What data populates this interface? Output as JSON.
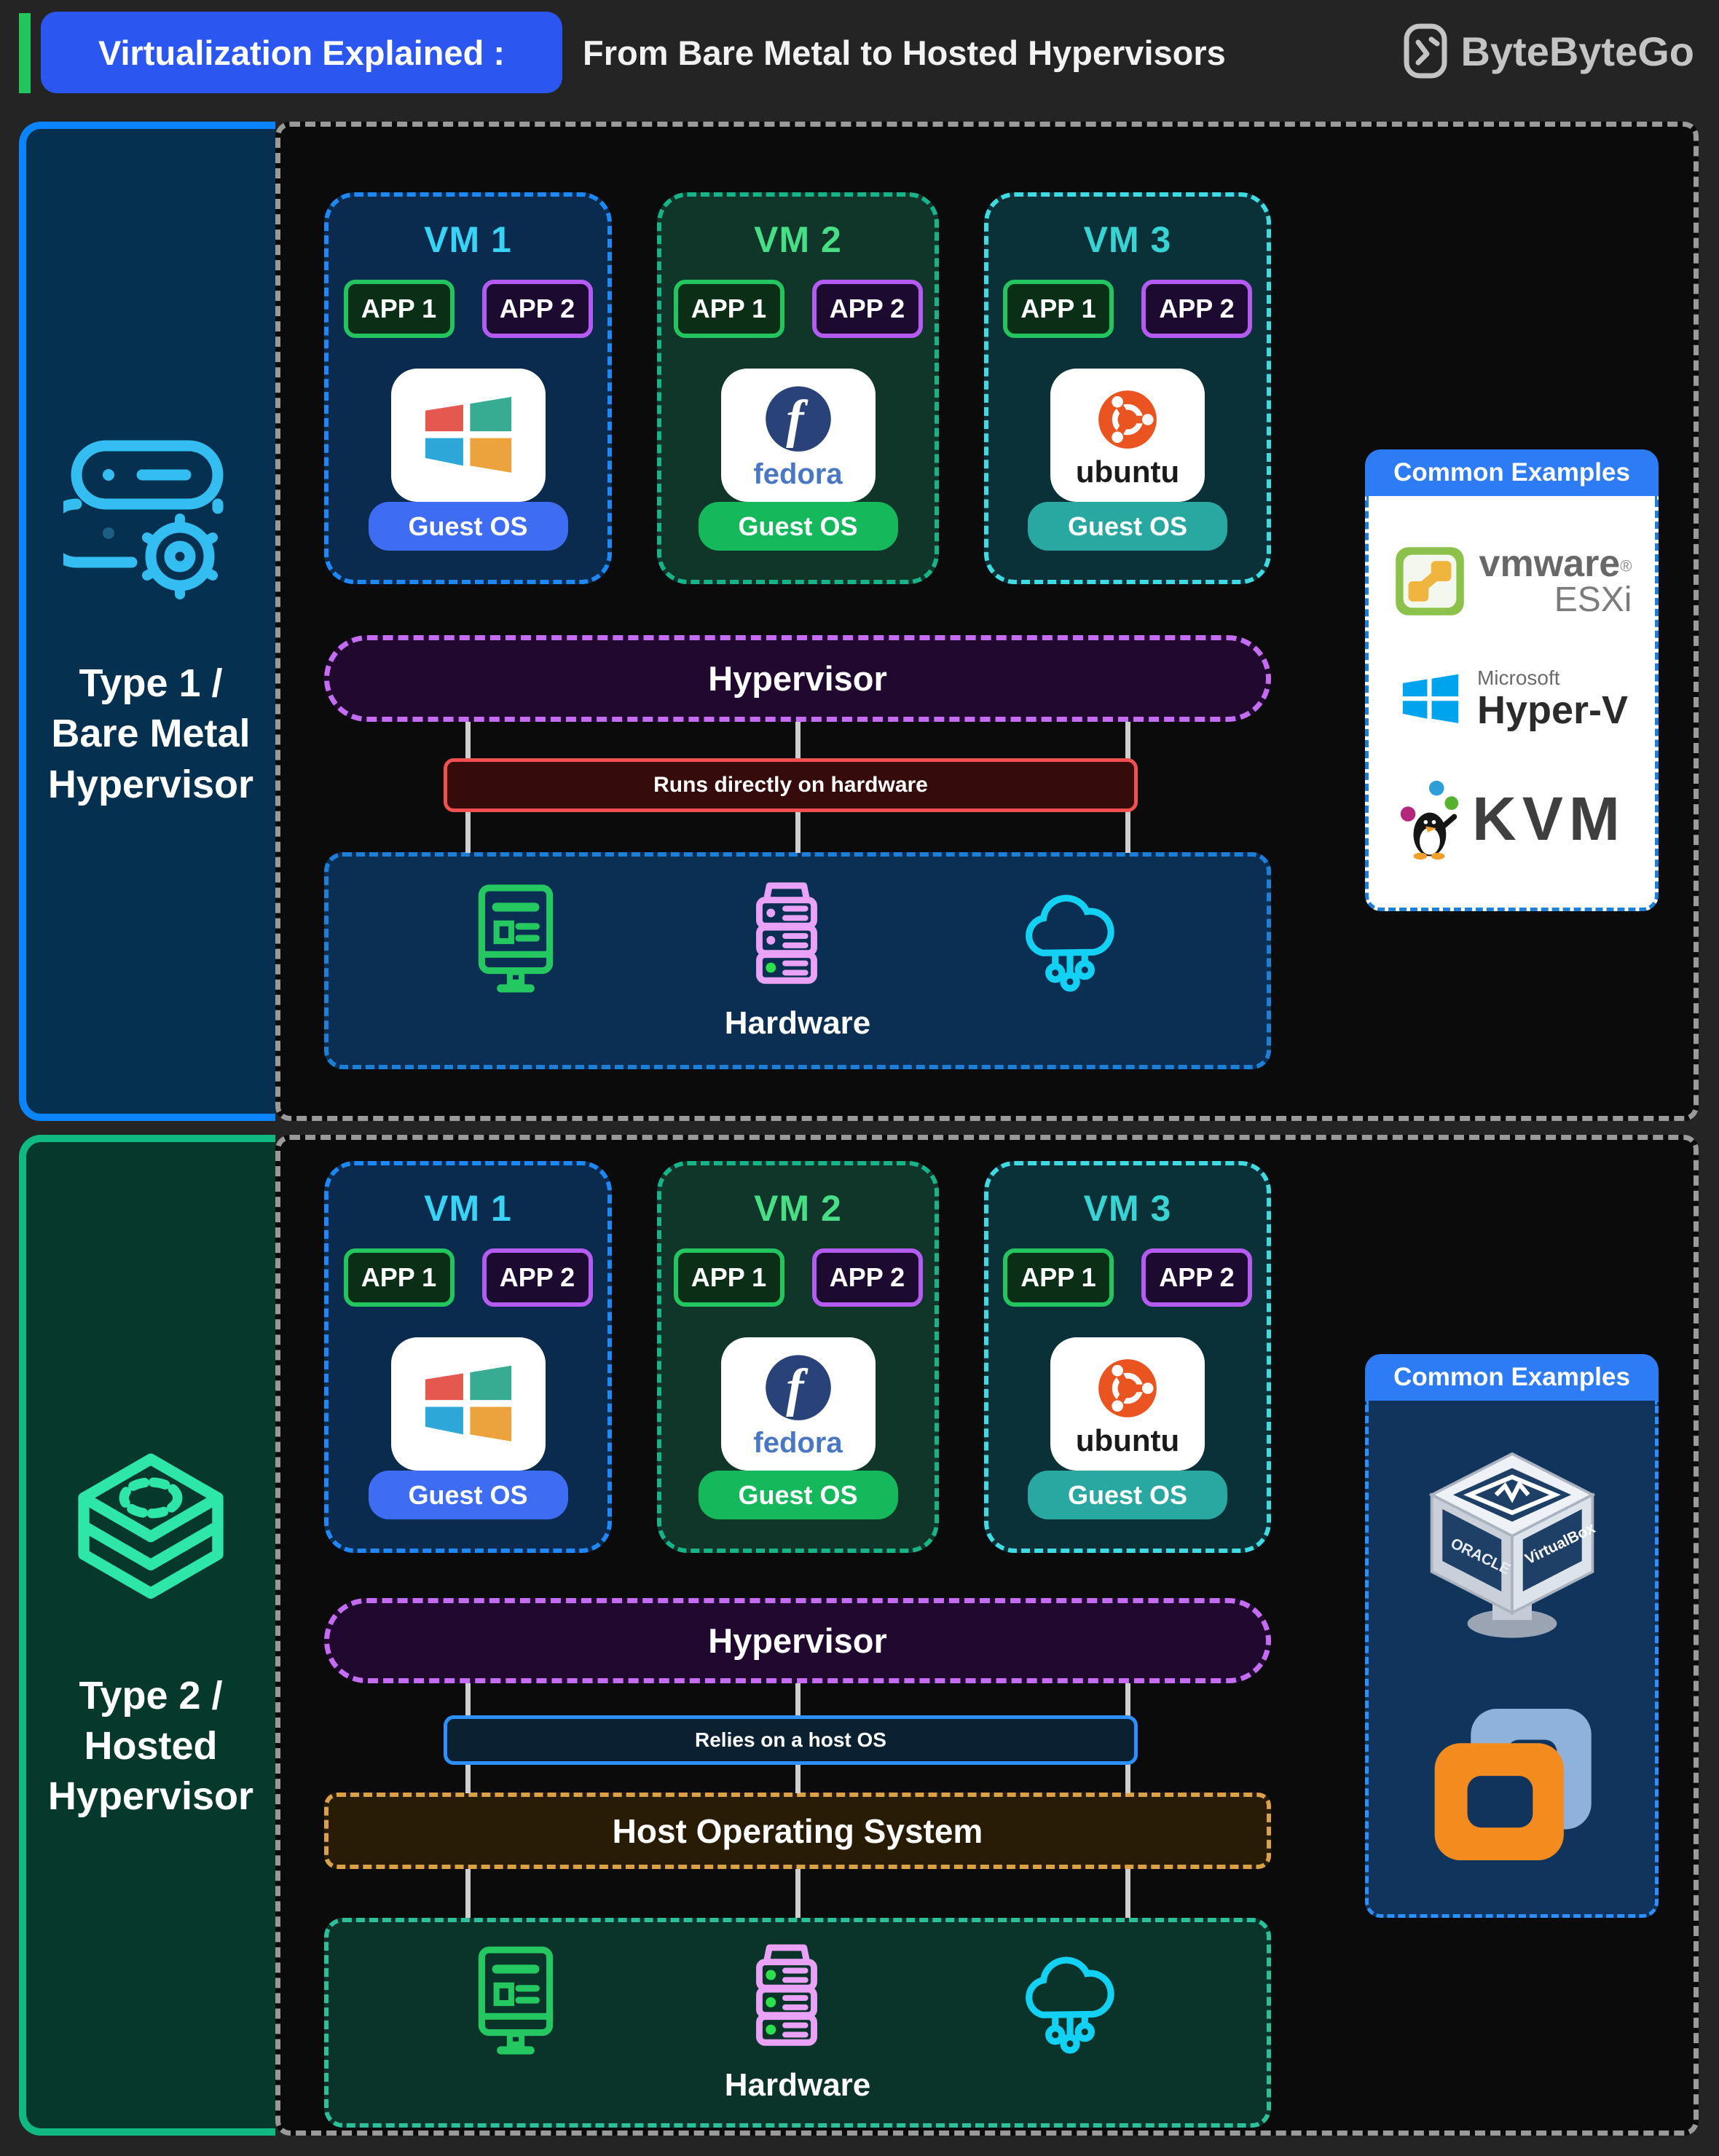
{
  "header": {
    "badge": "Virtualization Explained :",
    "title": "From Bare Metal to Hosted Hypervisors",
    "brand": "ByteByteGo"
  },
  "colors": {
    "accent_green": "#22c55e",
    "badge_blue": "#2b57f0",
    "type1_border": "#0a84ff",
    "type2_border": "#10b981",
    "hypervisor_border": "#c46df2",
    "note_red_border": "#f25050",
    "note_blue_border": "#2e90ff",
    "host_os_border": "#daa146",
    "panel_header_blue": "#2e7bf6"
  },
  "type1": {
    "sidebar": {
      "line1": "Type 1 /",
      "line2": "Bare Metal",
      "line3": "Hypervisor"
    },
    "vms": [
      {
        "title": "VM 1",
        "app1": "APP 1",
        "app2": "APP 2",
        "os": "windows",
        "guest": "Guest OS"
      },
      {
        "title": "VM 2",
        "app1": "APP 1",
        "app2": "APP 2",
        "os": "fedora",
        "os_caption": "fedora",
        "guest": "Guest OS"
      },
      {
        "title": "VM 3",
        "app1": "APP 1",
        "app2": "APP 2",
        "os": "ubuntu",
        "os_caption": "ubuntu",
        "guest": "Guest OS"
      }
    ],
    "hypervisor": "Hypervisor",
    "note": "Runs directly on hardware",
    "hardware": "Hardware",
    "examples": {
      "title": "Common Examples",
      "esxi": {
        "brand": "vmware",
        "reg": "®",
        "product": "ESXi"
      },
      "hyperv": {
        "brand": "Microsoft",
        "product": "Hyper-V",
        "tm": "™"
      },
      "kvm": {
        "product": "KVM"
      }
    }
  },
  "type2": {
    "sidebar": {
      "line1": "Type 2 /",
      "line2": "Hosted",
      "line3": "Hypervisor"
    },
    "vms": [
      {
        "title": "VM 1",
        "app1": "APP 1",
        "app2": "APP 2",
        "os": "windows",
        "guest": "Guest OS"
      },
      {
        "title": "VM 2",
        "app1": "APP 1",
        "app2": "APP 2",
        "os": "fedora",
        "os_caption": "fedora",
        "guest": "Guest OS"
      },
      {
        "title": "VM 3",
        "app1": "APP 1",
        "app2": "APP 2",
        "os": "ubuntu",
        "os_caption": "ubuntu",
        "guest": "Guest OS"
      }
    ],
    "hypervisor": "Hypervisor",
    "note": "Relies on a host OS",
    "host_os": "Host Operating System",
    "hardware": "Hardware",
    "examples": {
      "title": "Common Examples",
      "virtualbox": {
        "brand": "ORACLE",
        "product": "VirtualBox"
      },
      "vmware_ws": {
        "name": "VMware Workstation"
      }
    }
  }
}
